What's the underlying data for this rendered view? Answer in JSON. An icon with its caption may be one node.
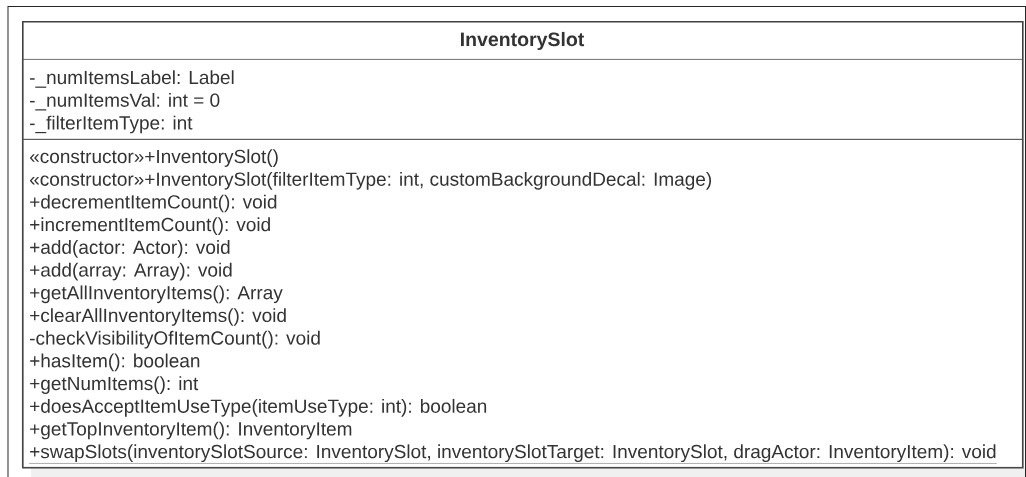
{
  "diagram": {
    "nodes": [
      {
        "text": [
          "InventorySlot"
        ]
      },
      {
        "text": [
          "-_numItemsLabel: Label",
          "-_numItemsVal: int = 0",
          "-_filterItemType: int"
        ],
        "in": 0
      },
      {
        "text": [
          "«constructor»+InventorySlot()",
          "«constructor»+InventorySlot(filterItemType: int, customBackgroundDecal: Image)",
          "+decrementItemCount(): void",
          "+incrementItemCount(): void",
          "+add(actor: Actor): void",
          "+add(array: Array): void",
          "+getAllInventoryItems(): Array",
          "+clearAllInventoryItems(): void",
          "-checkVisibilityOfItemCount(): void",
          "+hasItem(): boolean",
          "+getNumItems(): int",
          "+doesAcceptItemUseType(itemUseType: int): boolean",
          "+getTopInventoryItem(): InventoryItem",
          "+swapSlots(inventorySlotSource: InventorySlot, inventorySlotTarget: InventorySlot, dragActor: InventoryItem): void"
        ],
        "in": 0
      }
    ]
  }
}
